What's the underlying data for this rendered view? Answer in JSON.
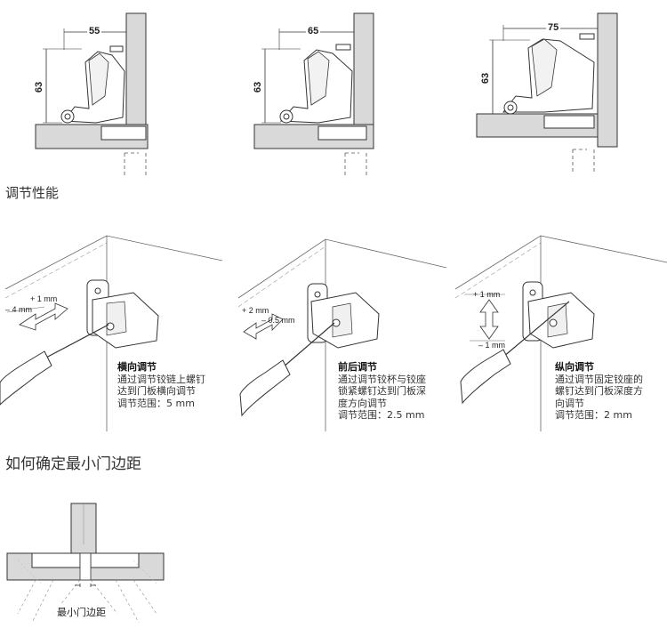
{
  "hinge_dims": [
    {
      "width": "55",
      "height": "63"
    },
    {
      "width": "65",
      "height": "63"
    },
    {
      "width": "75",
      "height": "63"
    }
  ],
  "section_adjust": {
    "title": "调节性能"
  },
  "adjustments": [
    {
      "move_a": "+ 1 mm",
      "move_b": "– 4 mm",
      "heading": "横向调节",
      "lines": [
        "通过调节铰链上螺钉",
        "达到门板横向调节"
      ],
      "range": "调节范围：5 mm"
    },
    {
      "move_a": "+ 2 mm",
      "move_b": "– 0.5 mm",
      "heading": "前后调节",
      "lines": [
        "通过调节铰杯与铰座",
        "锁紧螺钉达到门板深",
        "度方向调节"
      ],
      "range": "调节范围：2.5 mm"
    },
    {
      "move_a": "+ 1 mm",
      "move_b": "– 1 mm",
      "heading": "纵向调节",
      "lines": [
        "通过调节固定铰座的",
        "螺钉达到门板深度方",
        "向调节"
      ],
      "range": "调节范围：2 mm"
    }
  ],
  "section_gap": {
    "title": "如何确定最小门边距",
    "label": "最小门边距"
  }
}
